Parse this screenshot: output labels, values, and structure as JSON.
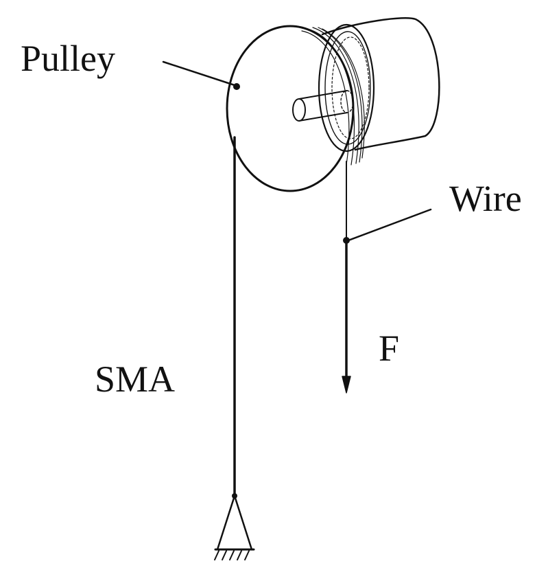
{
  "labels": {
    "pulley": "Pulley",
    "wire": "Wire",
    "force": "F",
    "sma": "SMA"
  },
  "colors": {
    "ink": "#111111",
    "background": "#ffffff"
  }
}
